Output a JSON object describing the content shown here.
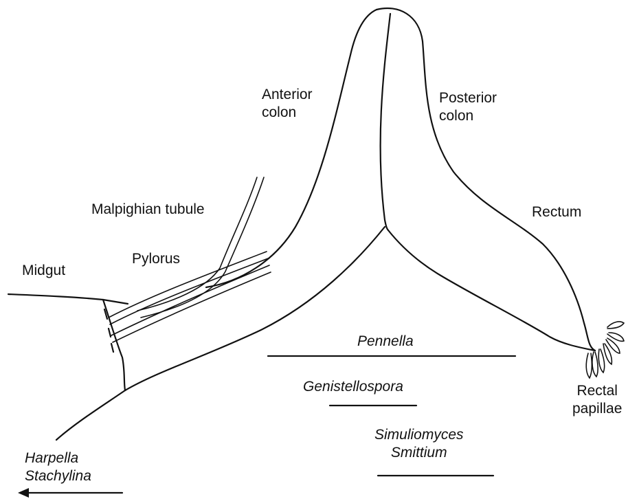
{
  "labels": {
    "anterior_colon_1": "Anterior",
    "anterior_colon_2": "colon",
    "posterior_colon_1": "Posterior",
    "posterior_colon_2": "colon",
    "rectum": "Rectum",
    "malpighian_tubule": "Malpighian tubule",
    "pylorus": "Pylorus",
    "midgut": "Midgut",
    "rectal_papillae_1": "Rectal",
    "rectal_papillae_2": "papillae"
  },
  "genera": {
    "pennella": "Pennella",
    "genistellospora": "Genistellospora",
    "simuliomyces": "Simuliomyces",
    "smittium": "Smittium",
    "harpella": "Harpella",
    "stachylina": "Stachylina"
  },
  "arrow_direction": "left"
}
